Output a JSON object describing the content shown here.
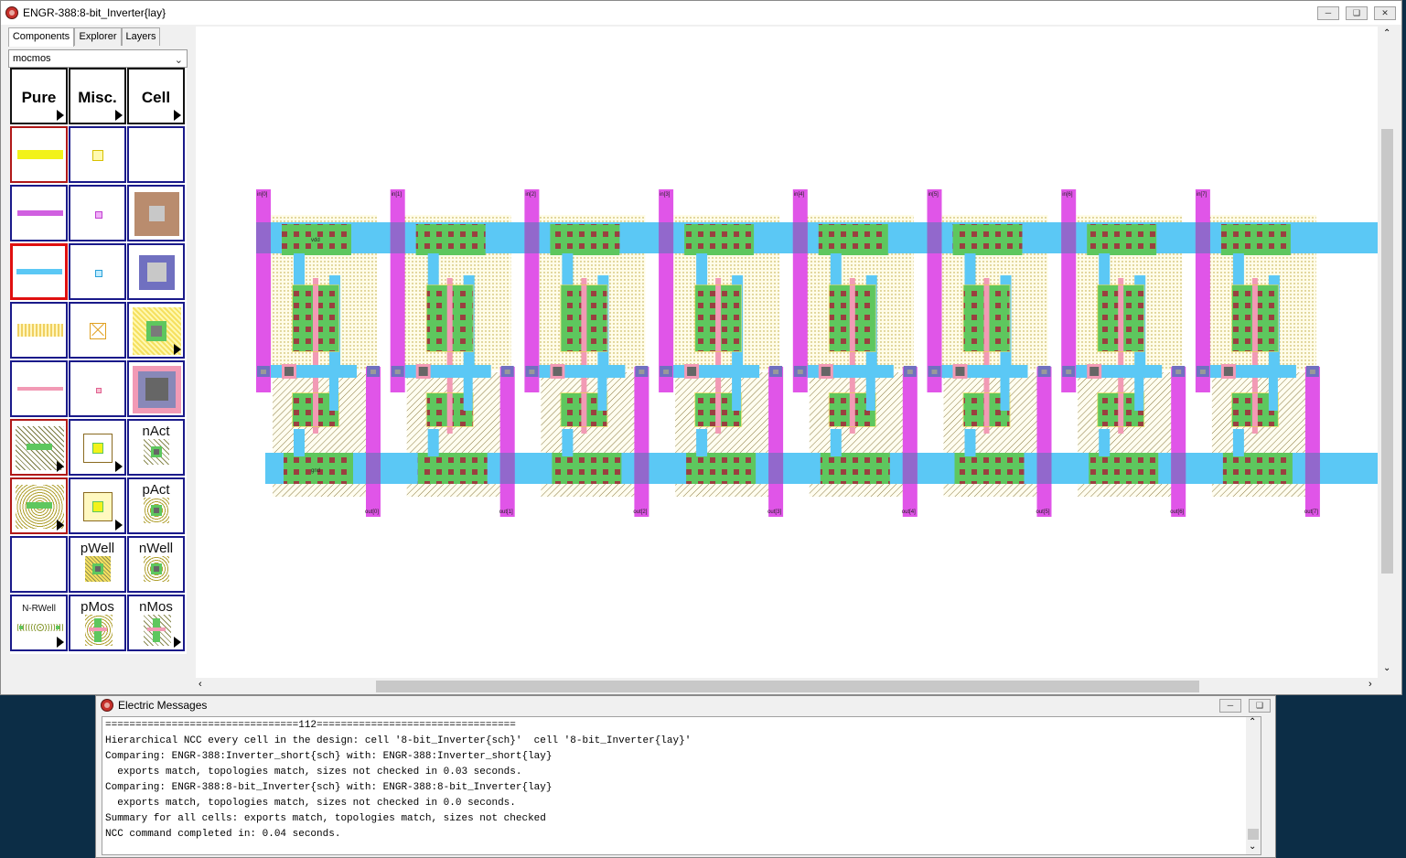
{
  "main_window": {
    "title": "ENGR-388:8-bit_Inverter{lay}",
    "controls": [
      "minimize",
      "restore",
      "close"
    ]
  },
  "sidebar": {
    "tabs": [
      {
        "label": "Components",
        "active": true
      },
      {
        "label": "Explorer",
        "active": false
      },
      {
        "label": "Layers",
        "active": false
      }
    ],
    "technology": "mocmos",
    "palette_headers": [
      "Pure",
      "Misc.",
      "Cell"
    ],
    "cell_labels": {
      "nact": "nAct",
      "pact": "pAct",
      "pwell": "pWell",
      "nwell": "nWell",
      "nrwell": "N-RWell",
      "pmos": "pMos",
      "nmos": "nMos"
    }
  },
  "layout": {
    "in_labels": [
      "in[0]",
      "in[1]",
      "in[2]",
      "in[3]",
      "in[4]",
      "in[5]",
      "in[6]",
      "in[7]"
    ],
    "out_labels": [
      "out[0]",
      "out[1]",
      "out[2]",
      "out[3]",
      "out[4]",
      "out[5]",
      "out[6]",
      "out[7]"
    ],
    "vdd_label": "vdd",
    "gnd_label": "gnd",
    "colors": {
      "metal1": "#5bc8f5",
      "metal2": "#e055e8",
      "poly": "#f29ab5",
      "active": "#5ec75e",
      "select": "#e8d840",
      "contact": "#9a4040",
      "via": "#7070c0"
    }
  },
  "messages": {
    "title": "Electric Messages",
    "lines": [
      "================================112=================================",
      "Hierarchical NCC every cell in the design: cell '8-bit_Inverter{sch}'  cell '8-bit_Inverter{lay}'",
      "Comparing: ENGR-388:Inverter_short{sch} with: ENGR-388:Inverter_short{lay}",
      "  exports match, topologies match, sizes not checked in 0.03 seconds.",
      "Comparing: ENGR-388:8-bit_Inverter{sch} with: ENGR-388:8-bit_Inverter{lay}",
      "  exports match, topologies match, sizes not checked in 0.0 seconds.",
      "Summary for all cells: exports match, topologies match, sizes not checked",
      "NCC command completed in: 0.04 seconds."
    ]
  }
}
